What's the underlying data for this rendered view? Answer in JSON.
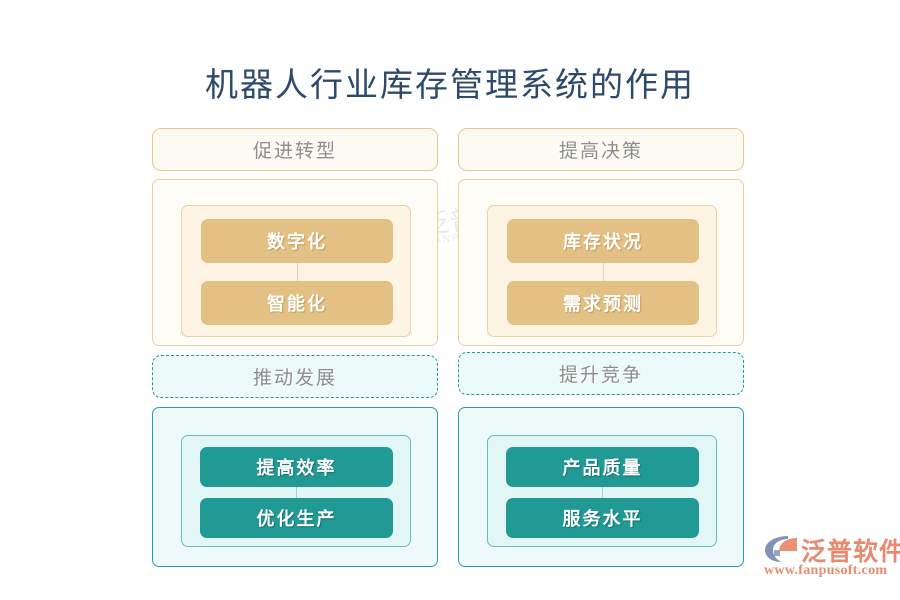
{
  "title": "机器人行业库存管理系统的作用",
  "theme": {
    "title_color": "#2d4a6b",
    "gold_accent": "#e3c083",
    "gold_border": "#e8c893",
    "gold_panel": "#fdf4e3",
    "teal_accent": "#219a96",
    "teal_border": "#1f9a95",
    "teal_panel": "#e2f6f5",
    "chip_text": "#8d8d8d",
    "brand_color": "#e98a70"
  },
  "quadrants": [
    {
      "id": "promote-transformation",
      "theme": "gold",
      "header": "促进转型",
      "items": [
        "数字化",
        "智能化"
      ]
    },
    {
      "id": "improve-decision",
      "theme": "gold",
      "header": "提高决策",
      "items": [
        "库存状况",
        "需求预测"
      ]
    },
    {
      "id": "drive-development",
      "theme": "teal",
      "header": "推动发展",
      "items": [
        "提高效率",
        "优化生产"
      ]
    },
    {
      "id": "enhance-competition",
      "theme": "teal",
      "header": "提升竞争",
      "items": [
        "产品质量",
        "服务水平"
      ]
    }
  ],
  "center_watermark": {
    "cn": "泛普软件",
    "en": "FANPU SOFTWARE"
  },
  "brand": {
    "name": "泛普软件",
    "url": "www.fanpusoft.com"
  }
}
